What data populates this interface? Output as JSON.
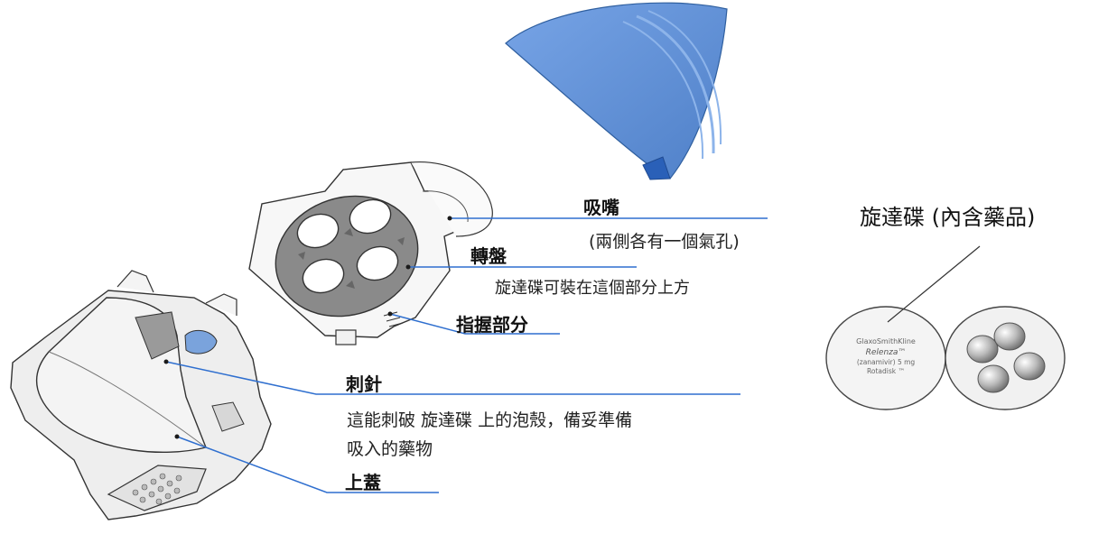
{
  "labels": {
    "mouthpiece_title": "吸嘴",
    "mouthpiece_note": "(兩側各有一個氣孔)",
    "wheel_title": "轉盤",
    "wheel_note": "旋達碟可裝在這個部分上方",
    "grip_title": "指握部分",
    "needle_title": "刺針",
    "needle_note_line1": "這能刺破 旋達碟 上的泡殼，備妥準備",
    "needle_note_line2": "吸入的藥物",
    "lid_title": "上蓋",
    "rotadisk_title": "旋達碟 (內含藥品)"
  },
  "disk_print": {
    "line1": "GlaxoSmithKline",
    "line2": "Relenza™",
    "line3": "(zanamivir) 5 mg",
    "line4": "Rotadisk ™"
  },
  "colors": {
    "leader_line": "#2f6fcf",
    "mouthpiece_blue": "#5b8fd8",
    "mouthpiece_dark": "#2a60b8",
    "wheel_gray": "#8a8a8a",
    "body_fill": "#ececec",
    "outline": "#333333"
  }
}
